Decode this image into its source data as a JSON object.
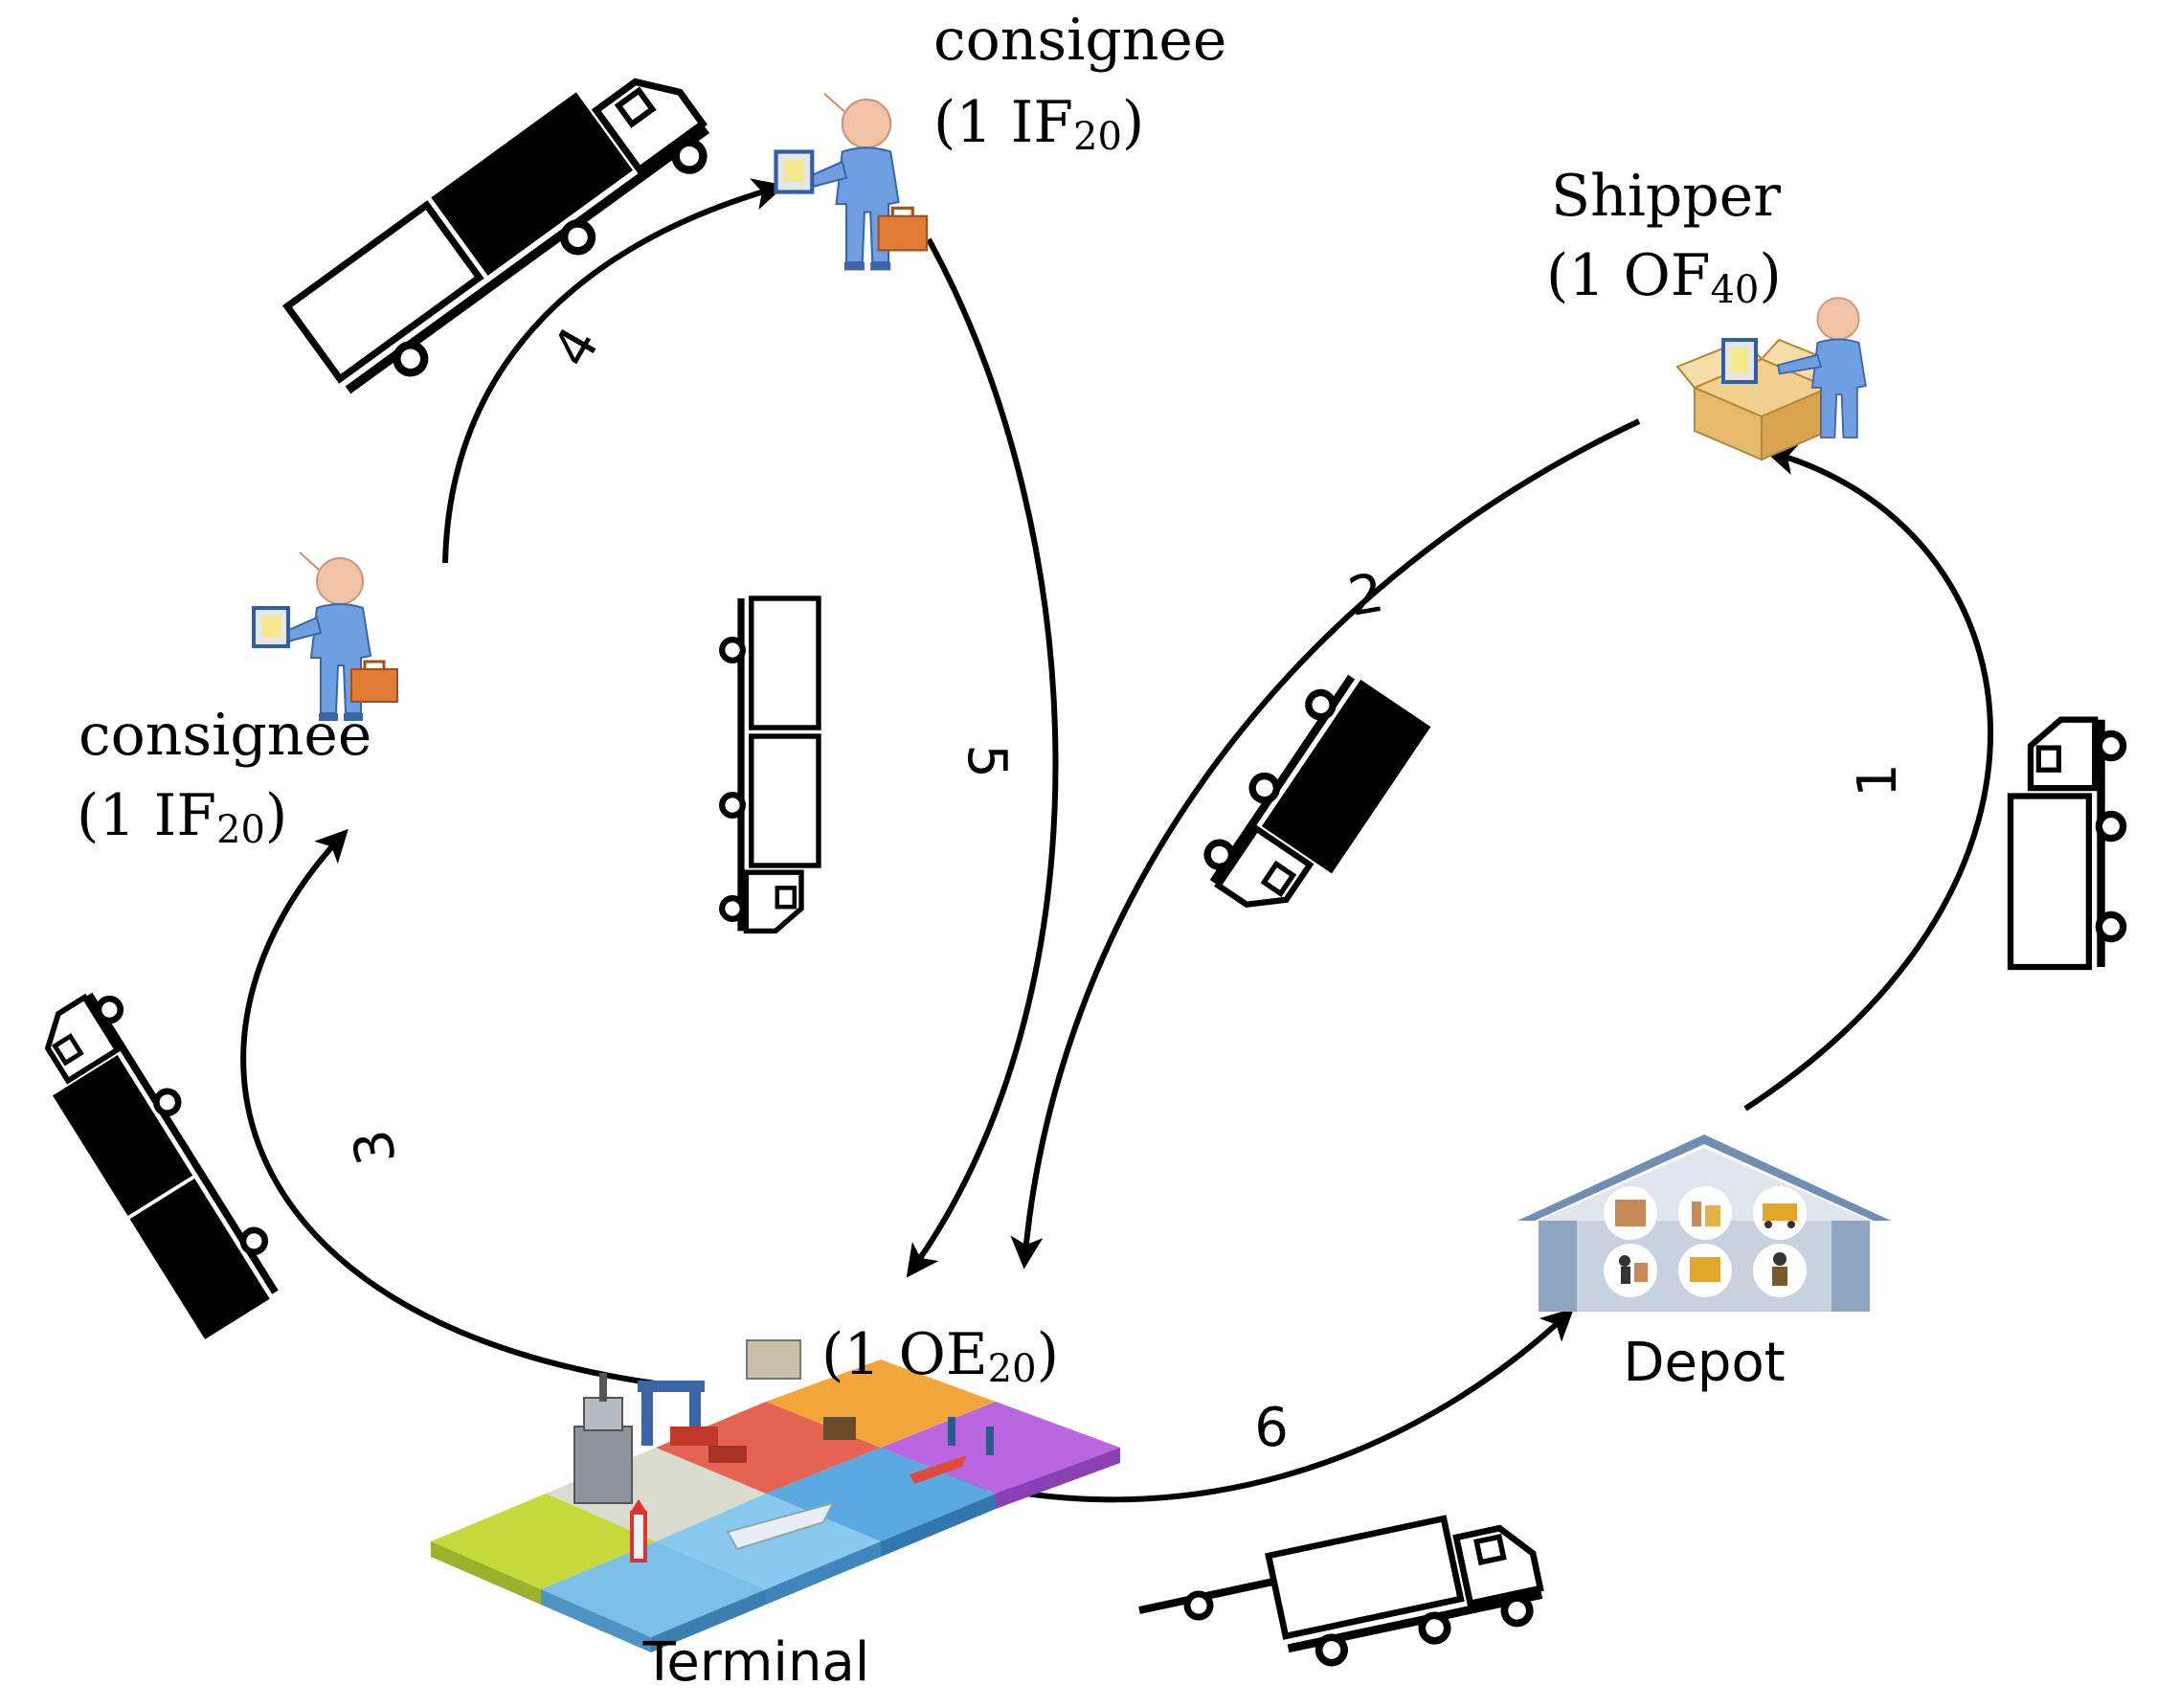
{
  "labels": {
    "consignee_top": {
      "name": "consignee",
      "qty": "(1 IF",
      "sub": "20",
      "close": ")"
    },
    "consignee_left": {
      "name": "consignee",
      "qty": "(1 IF",
      "sub": "20",
      "close": ")"
    },
    "shipper": {
      "name": "Shipper",
      "qty": "(1 OF",
      "sub": "40",
      "close": ")"
    },
    "terminal_load": {
      "qty": "(1 OE",
      "sub": "20",
      "close": ")"
    },
    "terminal": "Terminal",
    "depot": "Depot"
  },
  "steps": [
    "1",
    "2",
    "3",
    "4",
    "5",
    "6"
  ],
  "colors": {
    "arrow": "#000000",
    "person_body": "#6f9fe0",
    "person_head": "#f2c2a6",
    "briefcase": "#e07a35",
    "box": "#e7b96a",
    "depot_roof": "#6e8fb3",
    "depot_wall": "#c7d2de"
  }
}
